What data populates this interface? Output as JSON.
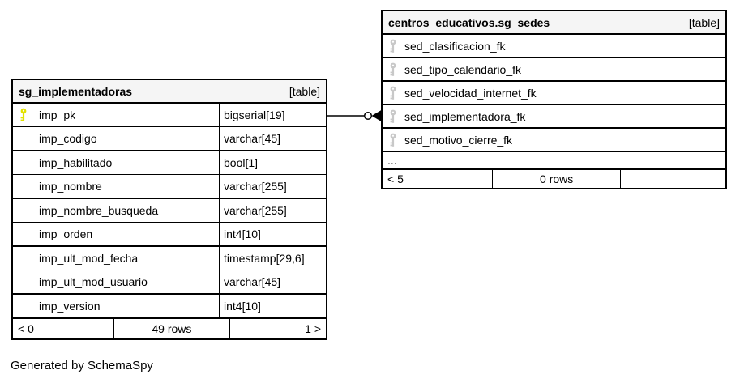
{
  "caption": "Generated by SchemaSpy",
  "colors": {
    "background": "#ffffff",
    "border": "#000000",
    "header_bg": "#f5f5f5",
    "pk_key": "#e2e200",
    "fk_key": "#c8c8c8"
  },
  "connector": {
    "from_table": "sg_implementadoras",
    "from_column": "imp_pk",
    "to_table": "centros_educativos.sg_sedes",
    "to_column": "sed_implementadora_fk",
    "end_style": "open-circle-with-filled-arrow"
  },
  "tables": [
    {
      "title": "sg_implementadoras",
      "badge": "[table]",
      "columns": [
        {
          "name": "imp_pk",
          "type": "bigserial[19]",
          "key": "primary"
        },
        {
          "name": "imp_codigo",
          "type": "varchar[45]",
          "key": ""
        },
        {
          "name": "imp_habilitado",
          "type": "bool[1]",
          "key": ""
        },
        {
          "name": "imp_nombre",
          "type": "varchar[255]",
          "key": ""
        },
        {
          "name": "imp_nombre_busqueda",
          "type": "varchar[255]",
          "key": ""
        },
        {
          "name": "imp_orden",
          "type": "int4[10]",
          "key": ""
        },
        {
          "name": "imp_ult_mod_fecha",
          "type": "timestamp[29,6]",
          "key": ""
        },
        {
          "name": "imp_ult_mod_usuario",
          "type": "varchar[45]",
          "key": ""
        },
        {
          "name": "imp_version",
          "type": "int4[10]",
          "key": ""
        }
      ],
      "footer": {
        "left": "< 0",
        "center": "49 rows",
        "right": "1 >"
      }
    },
    {
      "title": "centros_educativos.sg_sedes",
      "badge": "[table]",
      "columns": [
        {
          "name": "sed_clasificacion_fk",
          "key": "foreign"
        },
        {
          "name": "sed_tipo_calendario_fk",
          "key": "foreign"
        },
        {
          "name": "sed_velocidad_internet_fk",
          "key": "foreign"
        },
        {
          "name": "sed_implementadora_fk",
          "key": "foreign"
        },
        {
          "name": "sed_motivo_cierre_fk",
          "key": "foreign"
        }
      ],
      "ellipsis": "...",
      "footer": {
        "left": "< 5",
        "center": "0 rows",
        "right": ""
      }
    }
  ]
}
